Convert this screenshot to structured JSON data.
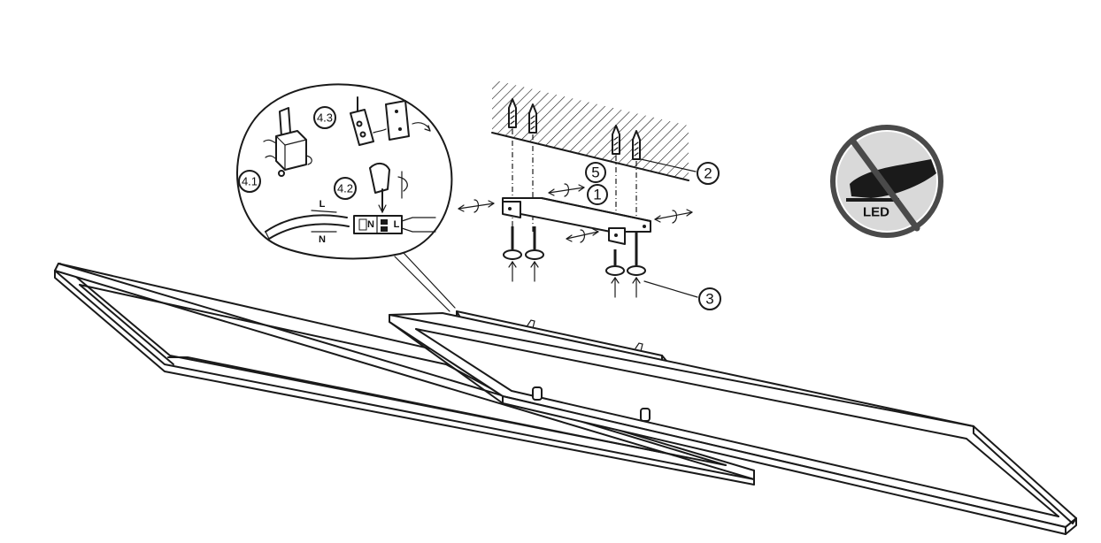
{
  "callouts": {
    "c1": "1",
    "c2": "2",
    "c3": "3",
    "c5": "5"
  },
  "detail": {
    "step_4_1": "4.1",
    "step_4_2": "4.2",
    "step_4_3": "4.3",
    "wire_L": "L",
    "wire_N": "N",
    "terminal_N": "N",
    "terminal_L": "L"
  },
  "badge": {
    "text": "LED",
    "color_ring": "#4a4a4a",
    "color_fill": "#d9d9d9"
  }
}
